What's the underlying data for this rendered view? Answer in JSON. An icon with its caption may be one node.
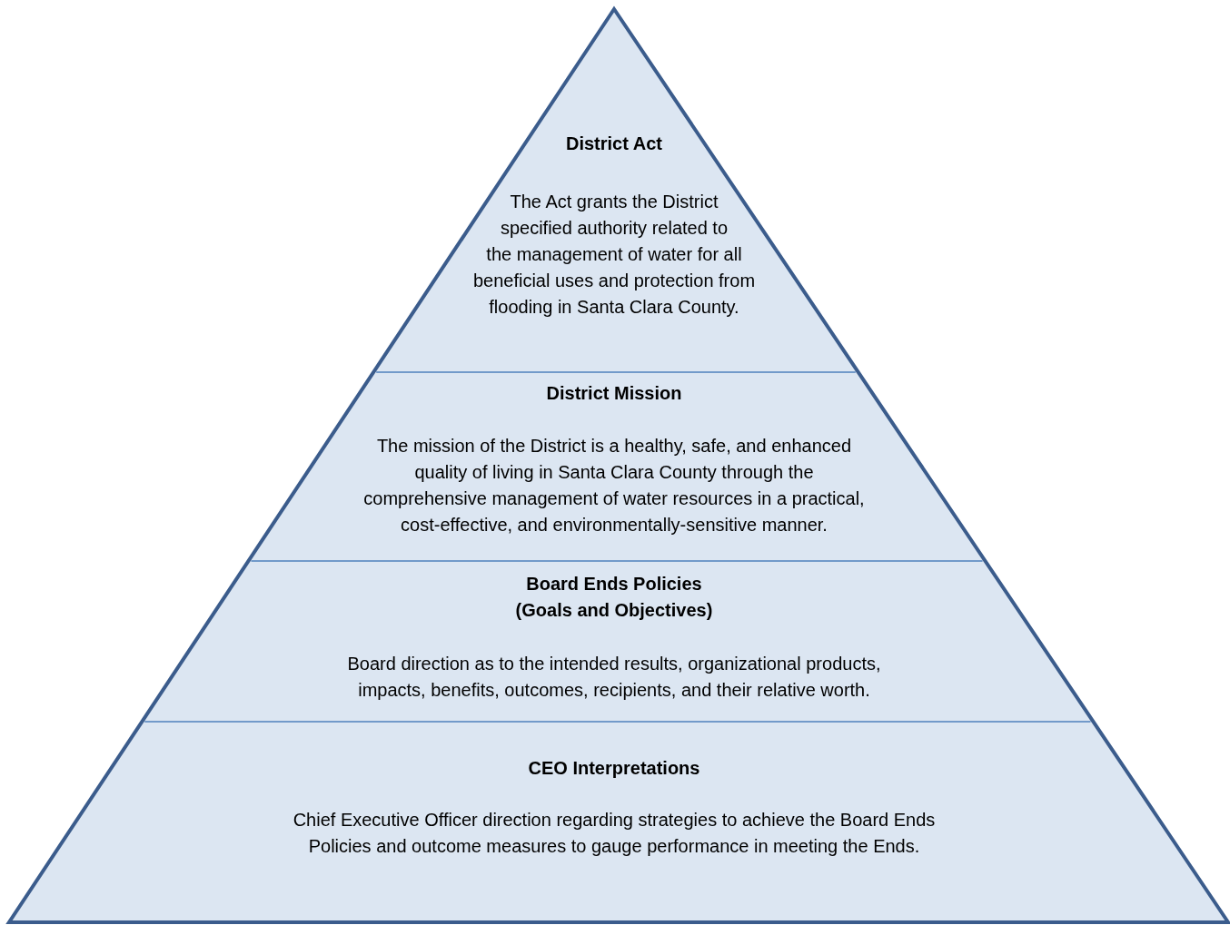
{
  "diagram": {
    "nodes": [
      {
        "text": [
          "District Act",
          "The Act grants the District specified authority related to the management of water for all beneficial uses and protection from flooding in Santa Clara County."
        ]
      },
      {
        "text": [
          "District Mission",
          "The mission of the District is a healthy, safe, and enhanced quality of living in Santa Clara County through the comprehensive management of water resources in a practical, cost-effective, and environmentally-sensitive manner."
        ]
      },
      {
        "text": [
          "Board Ends Policies (Goals and Objectives)",
          "Board direction as to the intended results, organizational products, impacts, benefits, outcomes, recipients, and their relative worth."
        ]
      },
      {
        "text": [
          "CEO Interpretations",
          "Chief Executive Officer direction regarding strategies to achieve the Board Ends Policies and outcome measures to gauge performance in meeting the Ends."
        ]
      }
    ]
  }
}
